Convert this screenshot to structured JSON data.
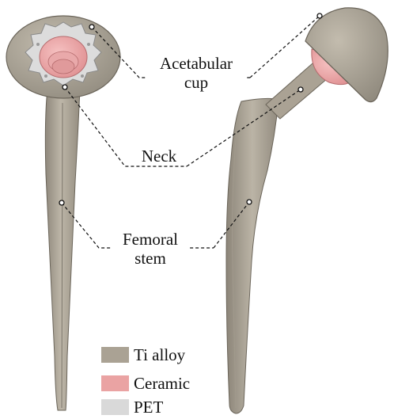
{
  "labels": {
    "cup": [
      "Acetabular",
      "cup"
    ],
    "neck": "Neck",
    "stem": [
      "Femoral",
      "stem"
    ]
  },
  "legend": [
    {
      "name": "Ti alloy",
      "color": "#aaa294"
    },
    {
      "name": "Ceramic",
      "color": "#eaa3a3"
    },
    {
      "name": "PET",
      "color": "#d9d9d9"
    }
  ]
}
